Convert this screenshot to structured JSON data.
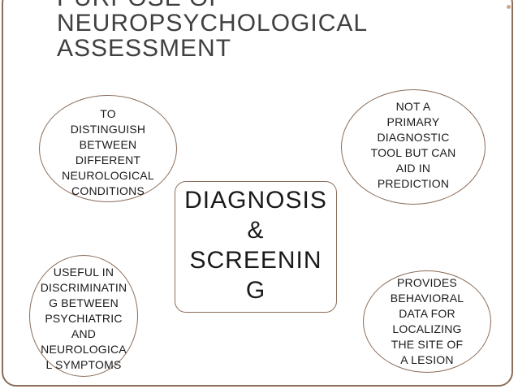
{
  "title": {
    "lines": [
      "PURPOSE OF",
      "NEUROPSYCHOLOGICAL",
      "ASSESSMENT"
    ]
  },
  "center": {
    "lines": [
      "DIAGNOSIS",
      "&",
      "SCREENIN",
      "G"
    ]
  },
  "ellipses": {
    "top_left": {
      "lines": [
        "TO",
        "DISTINGUISH",
        "BETWEEN",
        "DIFFERENT",
        "NEUROLOGICAL",
        "CONDITIONS"
      ]
    },
    "top_right": {
      "lines": [
        "NOT A",
        "PRIMARY",
        "DIAGNOSTIC",
        "TOOL BUT CAN",
        "AID IN",
        "PREDICTION"
      ]
    },
    "bottom_left": {
      "lines": [
        "USEFUL IN",
        "DISCRIMINATIN",
        "G  BETWEEN",
        "PSYCHIATRIC",
        "AND",
        "NEUROLOGICA",
        "L  SYMPTOMS"
      ]
    },
    "bottom_right": {
      "lines": [
        "PROVIDES",
        "BEHAVIORAL",
        "DATA FOR",
        "LOCALIZING",
        "THE  SITE OF",
        "A LESION"
      ]
    }
  },
  "colors": {
    "border": "#8a6d5a",
    "title_text": "#404040",
    "body_text": "#1a1a1a",
    "accent_dot": "#c9a98f"
  }
}
